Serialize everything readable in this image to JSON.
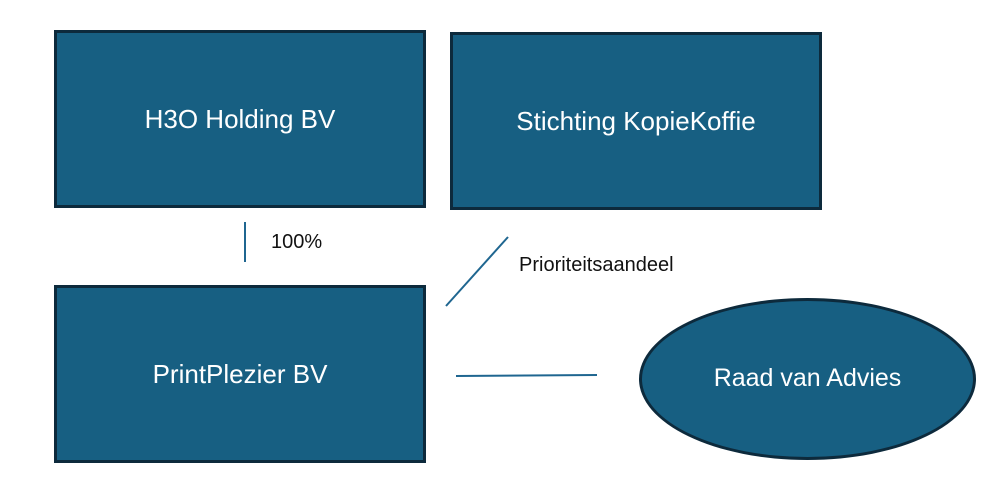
{
  "diagram": {
    "nodes": {
      "h3o": {
        "label": "H3O Holding BV"
      },
      "stichting": {
        "label": "Stichting KopieKoffie"
      },
      "printplezier": {
        "label": "PrintPlezier BV"
      },
      "raad": {
        "label": "Raad van Advies"
      }
    },
    "edges": {
      "ownership": {
        "label": "100%"
      },
      "priority_share": {
        "label": "Prioriteitsaandeel"
      }
    },
    "colors": {
      "box_fill": "#175f82",
      "box_border": "#0d2a3c",
      "connector": "#1f6690"
    }
  }
}
